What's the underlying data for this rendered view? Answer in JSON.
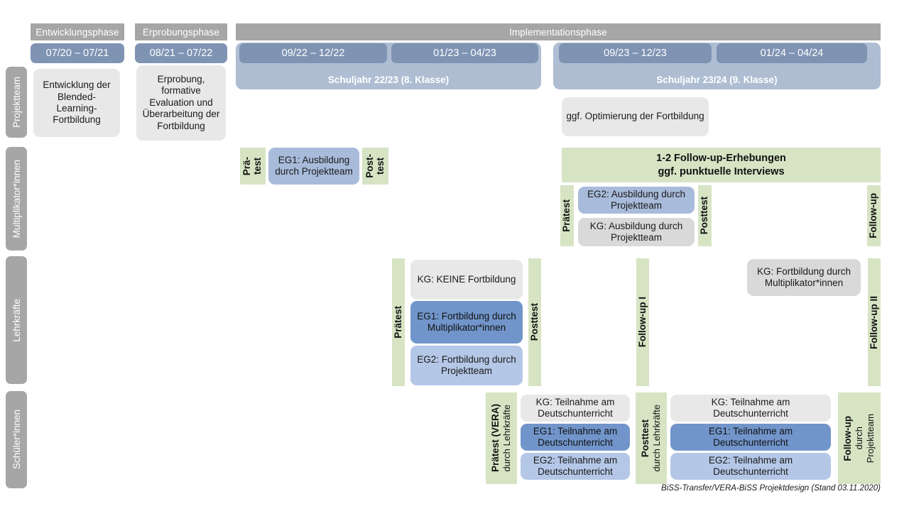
{
  "header": {
    "phases": [
      {
        "label": "Entwicklungsphase"
      },
      {
        "label": "Erprobungsphase"
      },
      {
        "label": "Implementationsphase"
      }
    ],
    "periods": [
      {
        "label": "07/20 – 07/21"
      },
      {
        "label": "08/21 – 07/22"
      },
      {
        "label": "09/22 – 12/22"
      },
      {
        "label": "01/23 – 04/23"
      },
      {
        "label": "09/23 – 12/23"
      },
      {
        "label": "01/24 – 04/24"
      }
    ],
    "school_years": [
      {
        "label": "Schuljahr 22/23 (8. Klasse)"
      },
      {
        "label": "Schuljahr 23/24 (9. Klasse)"
      }
    ]
  },
  "actors": [
    {
      "label": "Projektteam"
    },
    {
      "label": "Multiplikator*innen"
    },
    {
      "label": "Lehrkräfte"
    },
    {
      "label": "Schüler*innen"
    }
  ],
  "projektteam_row": {
    "entwicklung": "Entwicklung der Blended-Learning-Fortbildung",
    "erprobung": "Erprobung, formative Evaluation und Überarbeitung der Fortbildung",
    "optimierung": "ggf. Optimierung der Fortbildung"
  },
  "multiplikator_row": {
    "praetest_1_line1": "Prä-",
    "praetest_1_line2": "test",
    "eg1": "EG1: Ausbildung durch Projektteam",
    "posttest_1_line1": "Post-",
    "posttest_1_line2": "test",
    "followup_banner_line1": "1-2 Follow-up-Erhebungen",
    "followup_banner_line2": "ggf. punktuelle Interviews",
    "praetest_2": "Prätest",
    "eg2": "EG2: Ausbildung durch Projektteam",
    "kg": "KG: Ausbildung durch Projektteam",
    "posttest_2": "Posttest",
    "followup": "Follow-up"
  },
  "lehrkraefte_row": {
    "praetest": "Prätest",
    "kg": "KG:  KEINE Fortbildung",
    "eg1": "EG1: Fortbildung durch Multiplikator*innen",
    "eg2": "EG2: Fortbildung durch Projektteam",
    "posttest": "Posttest",
    "followup_1": "Follow-up I",
    "kg_fortbildung": "KG: Fortbildung durch Multiplikator*innen",
    "followup_2": "Follow-up II"
  },
  "schueler_row": {
    "praetest_main": "Prätest (VERA)",
    "praetest_sub": "durch Lehrkräfte",
    "left_kg": "KG: Teilnahme am Deutschunterricht",
    "left_eg1": "EG1: Teilnahme am Deutschunterricht",
    "left_eg2": "EG2: Teilnahme am Deutschunterricht",
    "posttest_main": "Posttest",
    "posttest_sub": "durch Lehrkräfte",
    "right_kg": "KG: Teilnahme am Deutschunterricht",
    "right_eg1": "EG1: Teilnahme am Deutschunterricht",
    "right_eg2": "EG2: Teilnahme am Deutschunterricht",
    "followup_main": "Follow-up",
    "followup_sub1": "durch",
    "followup_sub2": "Projektteam"
  },
  "footer": {
    "text": "BiSS-Transfer/VERA-BiSS Projektdesign (Stand 03.11.2020)"
  },
  "colors": {
    "grey_band": "#a6a6a6",
    "date_pill": "#7f93b3",
    "year_band": "#aebdd2",
    "green": "#d6e4c4",
    "blue_dark": "#7195ca",
    "blue_mid": "#a8bbdb",
    "blue_light": "#b4c7e7",
    "grey_box": "#e8e8e8"
  }
}
